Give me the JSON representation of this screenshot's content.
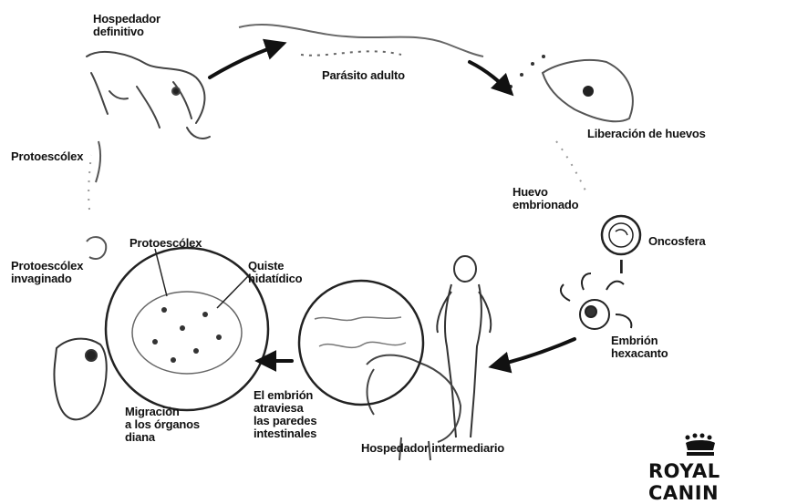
{
  "labels": {
    "hospedador_definitivo": "Hospedador\ndefinitivo",
    "parasito_adulto": "Parásito adulto",
    "liberacion_huevos": "Liberación de huevos",
    "huevo_embrionado": "Huevo\nembrionado",
    "oncosfera": "Oncosfera",
    "embrion_hexacanto": "Embrión\nhexacanto",
    "hospedador_intermediario": "Hospedador intermediario",
    "embrion_atraviesa": "El embrión\natraviesa\nlas paredes\nintestinales",
    "migracion": "Migración\na los órganos\ndiana",
    "quiste_hidatidico": "Quiste\nhidatídico",
    "protoescolex_inner": "Protoescólex",
    "protoescolex_invaginado": "Protoescólex\ninvaginado",
    "protoescolex_left": "Protoescólex"
  },
  "brand": {
    "name": "ROYAL CANIN",
    "crown_icon": "crown-icon"
  },
  "colors": {
    "ink": "#111111",
    "sketch": "#444444",
    "background": "#ffffff"
  }
}
